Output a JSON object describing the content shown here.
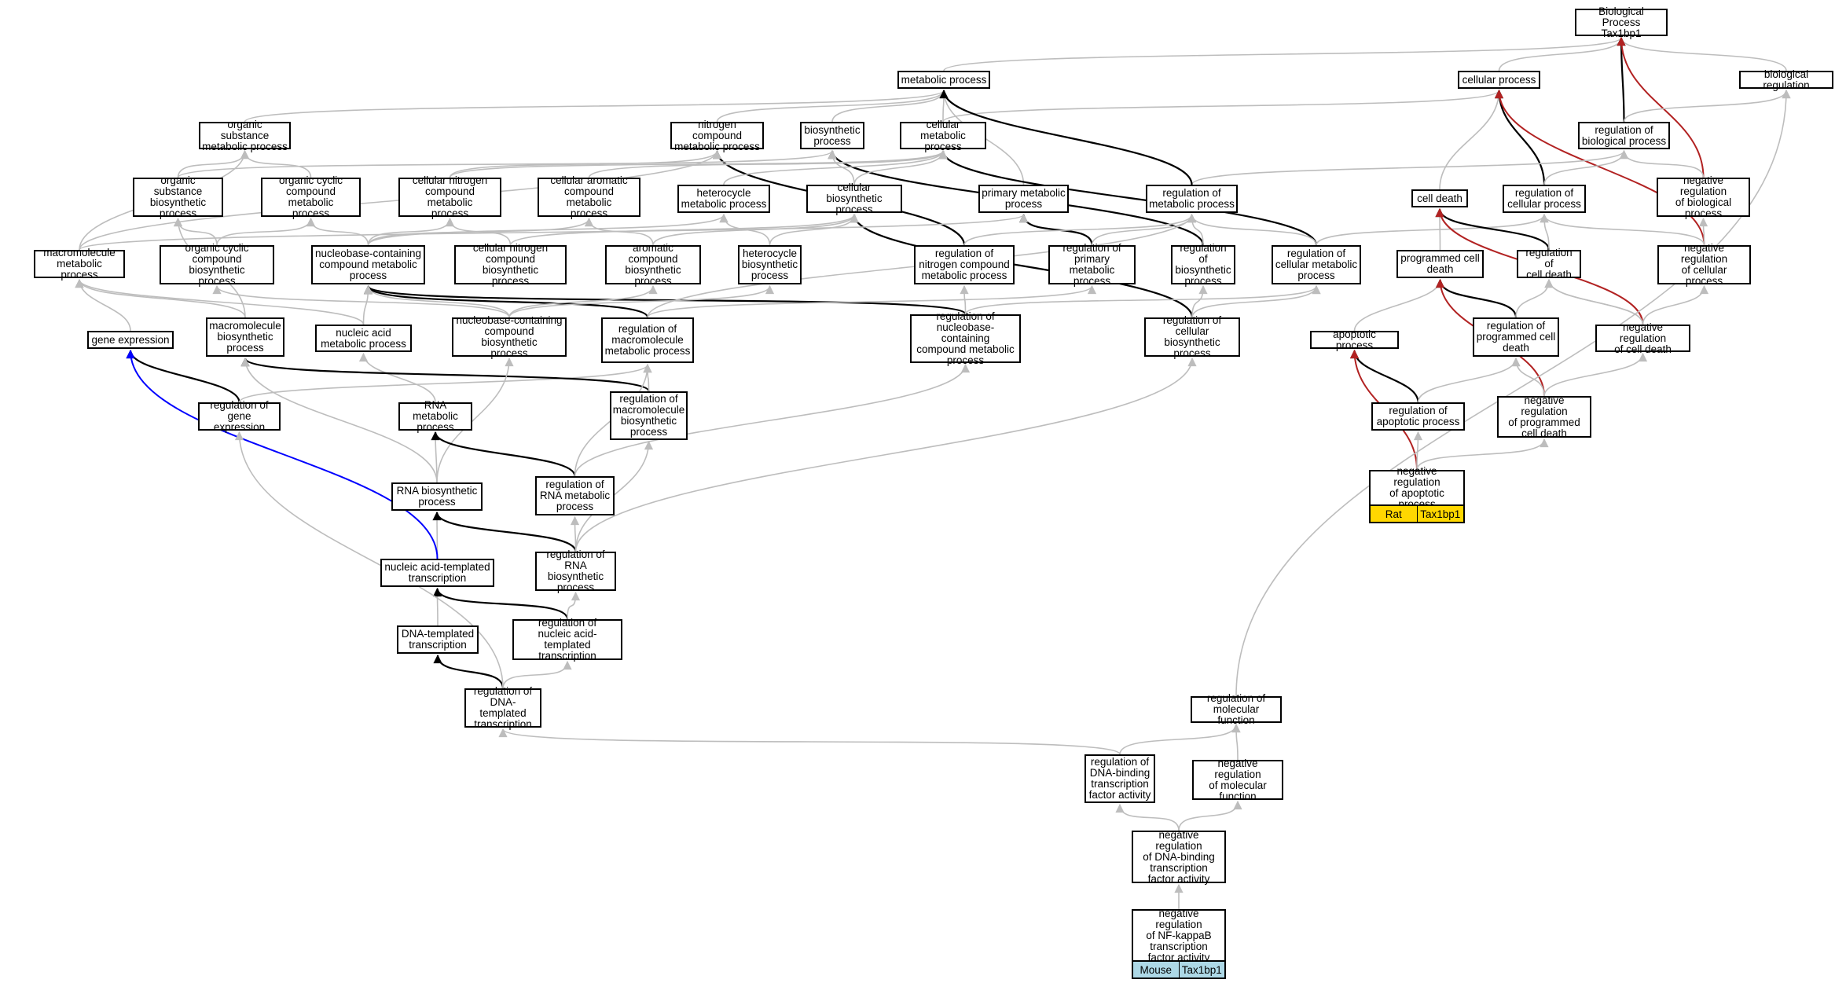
{
  "nodes": {
    "bp_root": "Biological Process\nTax1bp1",
    "metabolic": "metabolic process",
    "cellular_process": "cellular process",
    "bio_reg": "biological regulation",
    "org_sub_met": "organic substance\nmetabolic process",
    "nitro_met": "nitrogen compound\nmetabolic process",
    "biosynth": "biosynthetic\nprocess",
    "cell_met": "cellular metabolic\nprocess",
    "reg_bio_proc": "regulation of\nbiological process",
    "org_sub_bio": "organic substance\nbiosynthetic\nprocess",
    "org_cyc_met": "organic cyclic\ncompound metabolic\nprocess",
    "cell_nitro_met": "cellular nitrogen\ncompound metabolic\nprocess",
    "cell_arom_met": "cellular aromatic\ncompound metabolic\nprocess",
    "hetero_met": "heterocycle\nmetabolic process",
    "cell_bio": "cellular biosynthetic\nprocess",
    "prim_met": "primary metabolic\nprocess",
    "reg_met": "regulation of\nmetabolic process",
    "cell_death": "cell death",
    "reg_cell_proc": "regulation of\ncellular process",
    "neg_reg_bio": "negative regulation\nof biological\nprocess",
    "macro_met": "macromolecule\nmetabolic process",
    "org_cyc_bio": "organic cyclic\ncompound biosynthetic\nprocess",
    "nucbase_met": "nucleobase-containing\ncompound metabolic\nprocess",
    "cell_nitro_bio": "cellular nitrogen\ncompound biosynthetic\nprocess",
    "arom_bio": "aromatic compound\nbiosynthetic\nprocess",
    "hetero_bio": "heterocycle\nbiosynthetic\nprocess",
    "reg_nitro_met": "regulation of\nnitrogen compound\nmetabolic process",
    "reg_prim_met": "regulation of\nprimary metabolic\nprocess",
    "reg_biosynth": "regulation of\nbiosynthetic\nprocess",
    "reg_cell_met": "regulation of\ncellular metabolic\nprocess",
    "prog_death": "programmed cell\ndeath",
    "reg_cell_death": "regulation of\ncell death",
    "neg_reg_cell": "negative regulation\nof cellular\nprocess",
    "gene_expr": "gene expression",
    "macro_bio": "macromolecule\nbiosynthetic\nprocess",
    "nucacid_met": "nucleic acid\nmetabolic process",
    "nucbase_bio": "nucleobase-containing\ncompound biosynthetic\nprocess",
    "reg_macro_met": "regulation of\nmacromolecule\nmetabolic process",
    "reg_nucbase_met": "regulation of\nnucleobase-containing\ncompound metabolic\nprocess",
    "reg_cell_bio": "regulation of\ncellular biosynthetic\nprocess",
    "apoptotic": "apoptotic process",
    "reg_prog_death": "regulation of\nprogrammed cell\ndeath",
    "neg_reg_cell_death": "negative regulation\nof cell death",
    "reg_gene_expr": "regulation of\ngene expression",
    "rna_met": "RNA metabolic\nprocess",
    "reg_macro_bio": "regulation of\nmacromolecule\nbiosynthetic\nprocess",
    "reg_apop": "regulation of\napoptotic process",
    "neg_reg_prog": "negative regulation\nof programmed\ncell death",
    "rna_bio": "RNA biosynthetic\nprocess",
    "reg_rna_met": "regulation of\nRNA metabolic\nprocess",
    "neg_reg_apop": "negative regulation\nof apoptotic\nprocess",
    "nat_transc": "nucleic acid-templated\ntranscription",
    "reg_rna_bio": "regulation of\nRNA biosynthetic\nprocess",
    "dna_transc": "DNA-templated\ntranscription",
    "reg_nat_transc": "regulation of\nnucleic acid-templated\ntranscription",
    "reg_dna_transc": "regulation of\nDNA-templated\ntranscription",
    "reg_mol_func": "regulation of\nmolecular function",
    "reg_dna_tf": "regulation of\nDNA-binding\ntranscription\nfactor activity",
    "neg_reg_mol": "negative regulation\nof molecular\nfunction",
    "neg_reg_dna_tf": "negative regulation\nof DNA-binding\ntranscription\nfactor activity",
    "neg_reg_nfkb": "negative regulation\nof NF-kappaB\ntranscription\nfactor activity"
  },
  "annotations": [
    {
      "node": "neg_reg_apop",
      "species": "Rat",
      "gene": "Tax1bp1",
      "color": "#ffd700"
    },
    {
      "node": "neg_reg_nfkb",
      "species": "Mouse",
      "gene": "Tax1bp1",
      "color": "#add8e6"
    }
  ],
  "edge_colors": {
    "is_a": "#bdbdbd",
    "part_of": "#000000",
    "negatively_regulates": "#b22222",
    "regulates": "#0000ff"
  }
}
